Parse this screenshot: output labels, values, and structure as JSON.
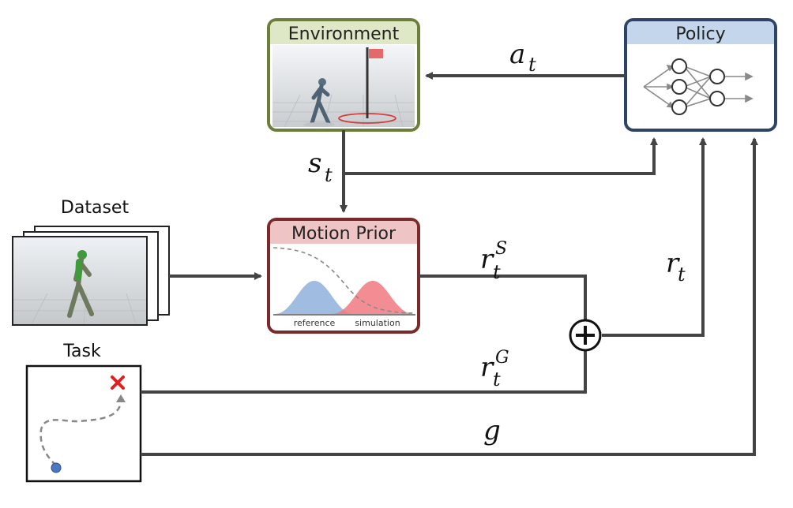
{
  "environment": {
    "title": "Environment"
  },
  "policy": {
    "title": "Policy"
  },
  "motion_prior": {
    "title": "Motion Prior",
    "label_reference": "reference",
    "label_simulation": "simulation"
  },
  "dataset": {
    "label": "Dataset"
  },
  "task": {
    "label": "Task"
  },
  "signals": {
    "action": {
      "base": "a",
      "sub": "t"
    },
    "state": {
      "base": "s",
      "sub": "t"
    },
    "style_reward": {
      "base": "r",
      "sub": "t",
      "sup": "S"
    },
    "task_reward": {
      "base": "r",
      "sub": "t",
      "sup": "G"
    },
    "reward": {
      "base": "r",
      "sub": "t"
    },
    "goal": {
      "base": "g"
    }
  },
  "colors": {
    "environment_border": "#6b7f3a",
    "environment_header": "#dfe8c6",
    "policy_border": "#2d4466",
    "policy_header": "#c3d6ec",
    "motion_border": "#7a2a2a",
    "motion_header": "#eec4c4",
    "reference_fill": "#8fb0db",
    "simulation_fill": "#f07a80",
    "goal_marker": "#e02020",
    "start_marker": "#4a78c2"
  }
}
